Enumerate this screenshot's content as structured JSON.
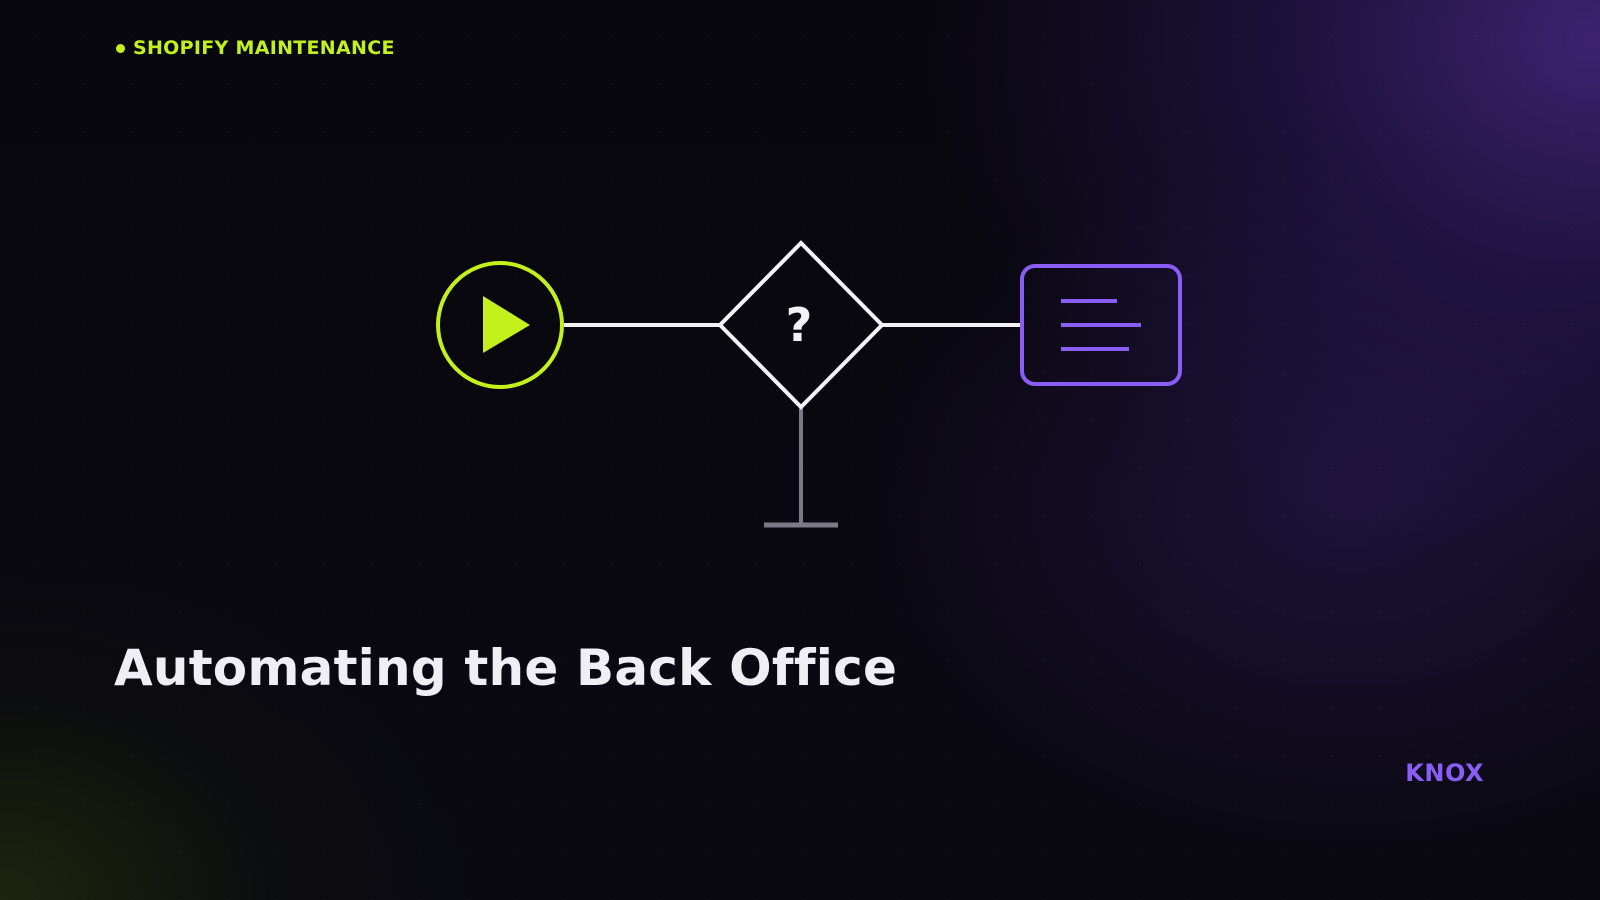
{
  "eyebrow": {
    "label": "SHOPIFY MAINTENANCE",
    "accent": "#c4f11c"
  },
  "title": "Automating the Back Office",
  "brand": {
    "name": "KNOX",
    "color": "#8b5cf6"
  },
  "diagram": {
    "start": {
      "icon": "play-icon",
      "color": "#c4f11c"
    },
    "decision": {
      "symbol": "?",
      "icon": "decision-diamond",
      "color": "#f2f1f6"
    },
    "terminator": {
      "icon": "terminator-icon",
      "color": "#7c7a86"
    },
    "output": {
      "icon": "document-lines-icon",
      "color": "#8b5cf6"
    },
    "connector_color": "#f2f1f6"
  }
}
